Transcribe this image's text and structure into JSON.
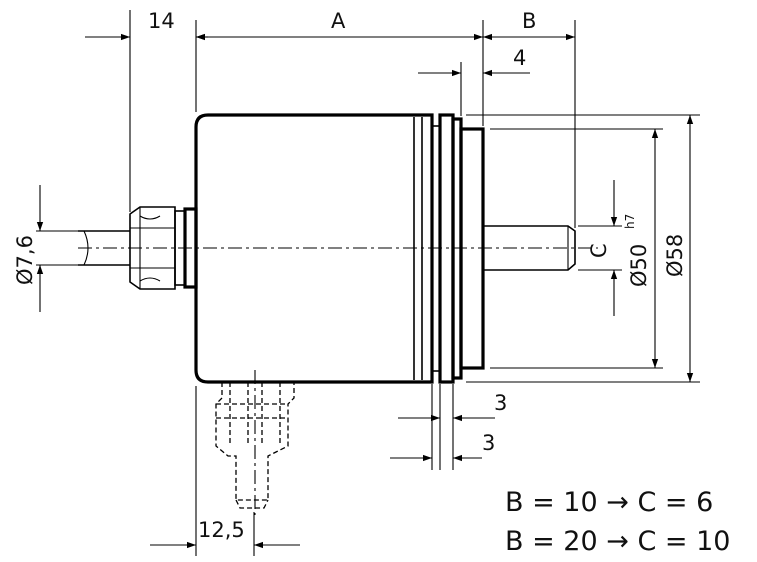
{
  "drawing": {
    "dims": {
      "d14": "14",
      "a": "A",
      "b": "B",
      "d4": "4",
      "d76": "Ø7,6",
      "c": "C",
      "d50": "Ø50",
      "d50_tol": "h7",
      "d58": "Ø58",
      "d3_upper": "3",
      "d3_lower": "3",
      "d125": "12,5"
    },
    "notes": [
      "B = 10 → C = 6",
      "B = 20 → C = 10"
    ]
  }
}
